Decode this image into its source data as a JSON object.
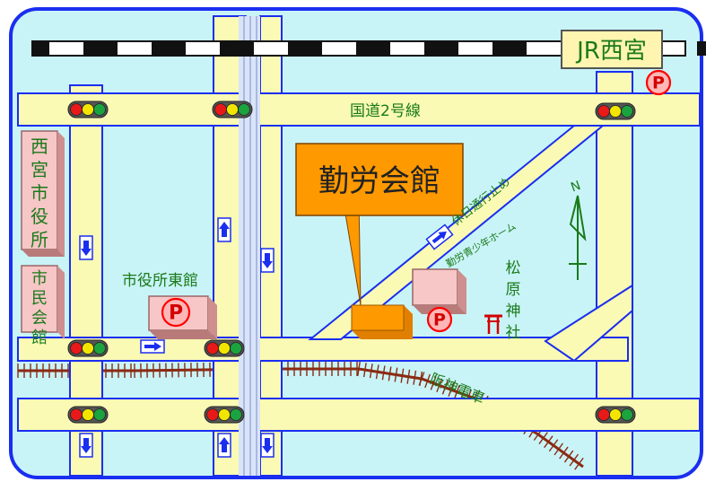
{
  "colors": {
    "background": "#c9f4f7",
    "border": "#1a2ef0",
    "road_fill": "#fafab4",
    "road_edge": "#1a2ef0",
    "jr_track_dark": "#111111",
    "jr_track_light": "#ffffff",
    "hanshin_track": "#8b2a12",
    "building_pink": "#f7c6c6",
    "building_pink_side": "#cf8f8f",
    "kinro_building": "#ff9900",
    "parking_fill": "#ffb6b6",
    "parking_ring": "#ff0000",
    "label_green": "#1a7a1a",
    "label_red": "#d40000",
    "signal_red": "#e81919",
    "signal_yellow": "#f2e600",
    "signal_green": "#1ba33f",
    "river_line": "#8a9bd8"
  },
  "labels": {
    "station": "JR西宮",
    "route2": "国道2号線",
    "kinro_kaikan": "勤労会館",
    "one_way_holiday": "休日通行止め",
    "youth_home": "勤労青少年ホーム",
    "city_hall": "西宮市役所",
    "citizen_hall": "市民会館",
    "city_hall_east": "市役所東館",
    "shrine": "松原神社",
    "hanshin": "阪神電車",
    "parking": "P",
    "north": "N",
    "shrine_symbol": "⛩"
  },
  "icons": {
    "traffic_signal": "traffic-signal-icon",
    "parking": "parking-icon",
    "one_way_arrow": "one-way-arrow-icon",
    "north_arrow": "north-arrow-icon",
    "shrine": "shrine-icon"
  }
}
